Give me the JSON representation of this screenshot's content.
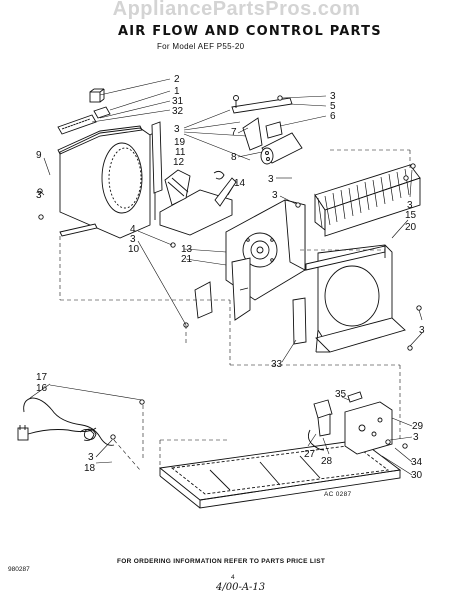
{
  "watermark": "AppliancePartsPros.com",
  "title": "AIR FLOW AND CONTROL PARTS",
  "subtitle": "For Model AEF P55-20",
  "footer_note": "FOR ORDERING INFORMATION REFER TO PARTS PRICE LIST",
  "doc_code": "980287",
  "page_number": "4",
  "handwritten_note": "4/00-A-13",
  "art_code": "AC 0287",
  "callouts": {
    "c2": "2",
    "c1": "1",
    "c31": "31",
    "c32": "32",
    "c3_a": "3",
    "c19": "19",
    "c11": "11",
    "c12": "12",
    "c9": "9",
    "c3_b": "3",
    "c3_c": "3",
    "c5": "5",
    "c6": "6",
    "c7": "7",
    "c8": "8",
    "c3_d": "3",
    "c14": "14",
    "c3_e": "3",
    "c4": "4",
    "c3_f": "3",
    "c10": "10",
    "c13": "13",
    "c21": "21",
    "c3_g": "3",
    "c15": "15",
    "c20": "20",
    "c3_h": "3",
    "c33": "33",
    "c17": "17",
    "c16": "16",
    "c35": "35",
    "c29": "29",
    "c3_i": "3",
    "c34": "34",
    "c30": "30",
    "c3_j": "3",
    "c18": "18",
    "c27": "27",
    "c28": "28"
  }
}
